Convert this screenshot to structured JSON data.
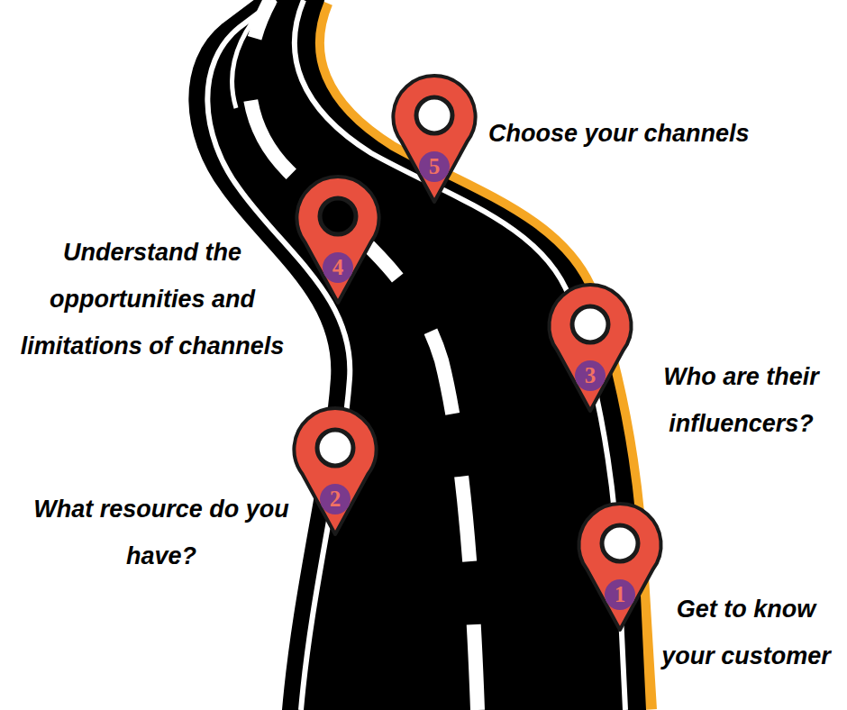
{
  "diagram": {
    "nodes": [
      {
        "text": [
          "1",
          "Get to know your customer"
        ]
      },
      {
        "text": [
          "2",
          "What resource do you have?"
        ]
      },
      {
        "text": [
          "3",
          "Who are their influencers?"
        ]
      },
      {
        "text": [
          "4",
          "Understand the opportunities and limitations of channels"
        ]
      },
      {
        "text": [
          "5",
          "Choose your channels"
        ]
      }
    ]
  }
}
